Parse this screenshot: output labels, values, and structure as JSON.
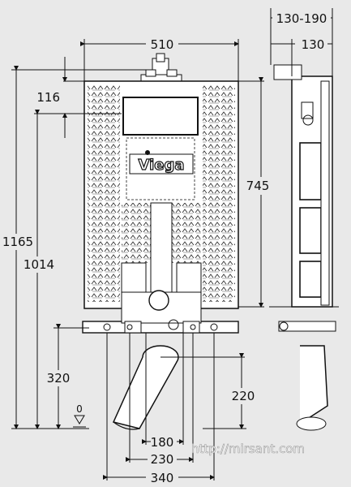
{
  "dimensions": {
    "overall_width": "510",
    "depth_range": "130-190",
    "depth": "130",
    "top_offset": "116",
    "frame_height": "745",
    "total_height": "1165",
    "inner_height": "1014",
    "drain_height": "320",
    "outlet_height": "220",
    "outlet_spacing_inner": "180",
    "outlet_spacing_mid": "230",
    "outlet_spacing_outer": "340",
    "floor_level": "0"
  },
  "brand": {
    "logo_text": "Viega"
  },
  "watermark": {
    "text": "http://mirsant.com"
  },
  "colors": {
    "background": "#e9e9e9",
    "line": "#111111",
    "frame_fill": "#ffffff",
    "watermark": "#ffffff"
  }
}
